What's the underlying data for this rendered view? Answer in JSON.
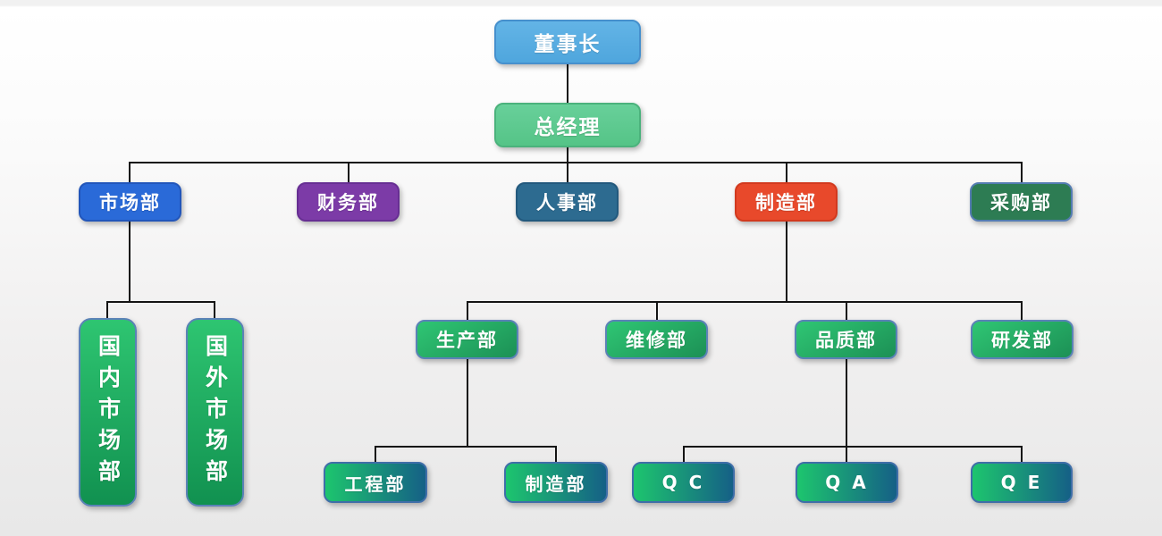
{
  "chart": {
    "type": "org-chart",
    "nodes": {
      "chairman": {
        "label": "董事长",
        "fill": "#58ade2"
      },
      "general_manager": {
        "label": "总经理",
        "fill": "#5ecb90"
      },
      "marketing": {
        "label": "市场部",
        "fill": "#2a6ad8"
      },
      "finance": {
        "label": "财务部",
        "fill": "#7c3ba7"
      },
      "hr": {
        "label": "人事部",
        "fill": "#2d6b90"
      },
      "manufacturing": {
        "label": "制造部",
        "fill": "#e8492b"
      },
      "procurement": {
        "label": "采购部",
        "fill": "#2d7c53"
      },
      "domestic_marketing": {
        "label": "国内市场部",
        "fill": "#22b563"
      },
      "overseas_marketing": {
        "label": "国外市场部",
        "fill": "#22b563"
      },
      "production": {
        "label": "生产部",
        "fill": "#27b866"
      },
      "maintenance": {
        "label": "维修部",
        "fill": "#27b866"
      },
      "quality": {
        "label": "品质部",
        "fill": "#27b866"
      },
      "rnd": {
        "label": "研发部",
        "fill": "#27b866"
      },
      "engineering": {
        "label": "工程部",
        "fill": "#1dc56e"
      },
      "manufacturing_sub": {
        "label": "制造部",
        "fill": "#1dc56e"
      },
      "qc": {
        "label": "Q C",
        "fill": "#1dc56e"
      },
      "qa": {
        "label": "Q A",
        "fill": "#1dc56e"
      },
      "qe": {
        "label": "Q E",
        "fill": "#1dc56e"
      }
    },
    "edges": [
      [
        "chairman",
        "general_manager"
      ],
      [
        "general_manager",
        "marketing"
      ],
      [
        "general_manager",
        "finance"
      ],
      [
        "general_manager",
        "hr"
      ],
      [
        "general_manager",
        "manufacturing"
      ],
      [
        "general_manager",
        "procurement"
      ],
      [
        "marketing",
        "domestic_marketing"
      ],
      [
        "marketing",
        "overseas_marketing"
      ],
      [
        "manufacturing",
        "production"
      ],
      [
        "manufacturing",
        "maintenance"
      ],
      [
        "manufacturing",
        "quality"
      ],
      [
        "manufacturing",
        "rnd"
      ],
      [
        "production",
        "engineering"
      ],
      [
        "production",
        "manufacturing_sub"
      ],
      [
        "quality",
        "qc"
      ],
      [
        "quality",
        "qa"
      ],
      [
        "quality",
        "qe"
      ]
    ],
    "line_color": "#141414"
  }
}
